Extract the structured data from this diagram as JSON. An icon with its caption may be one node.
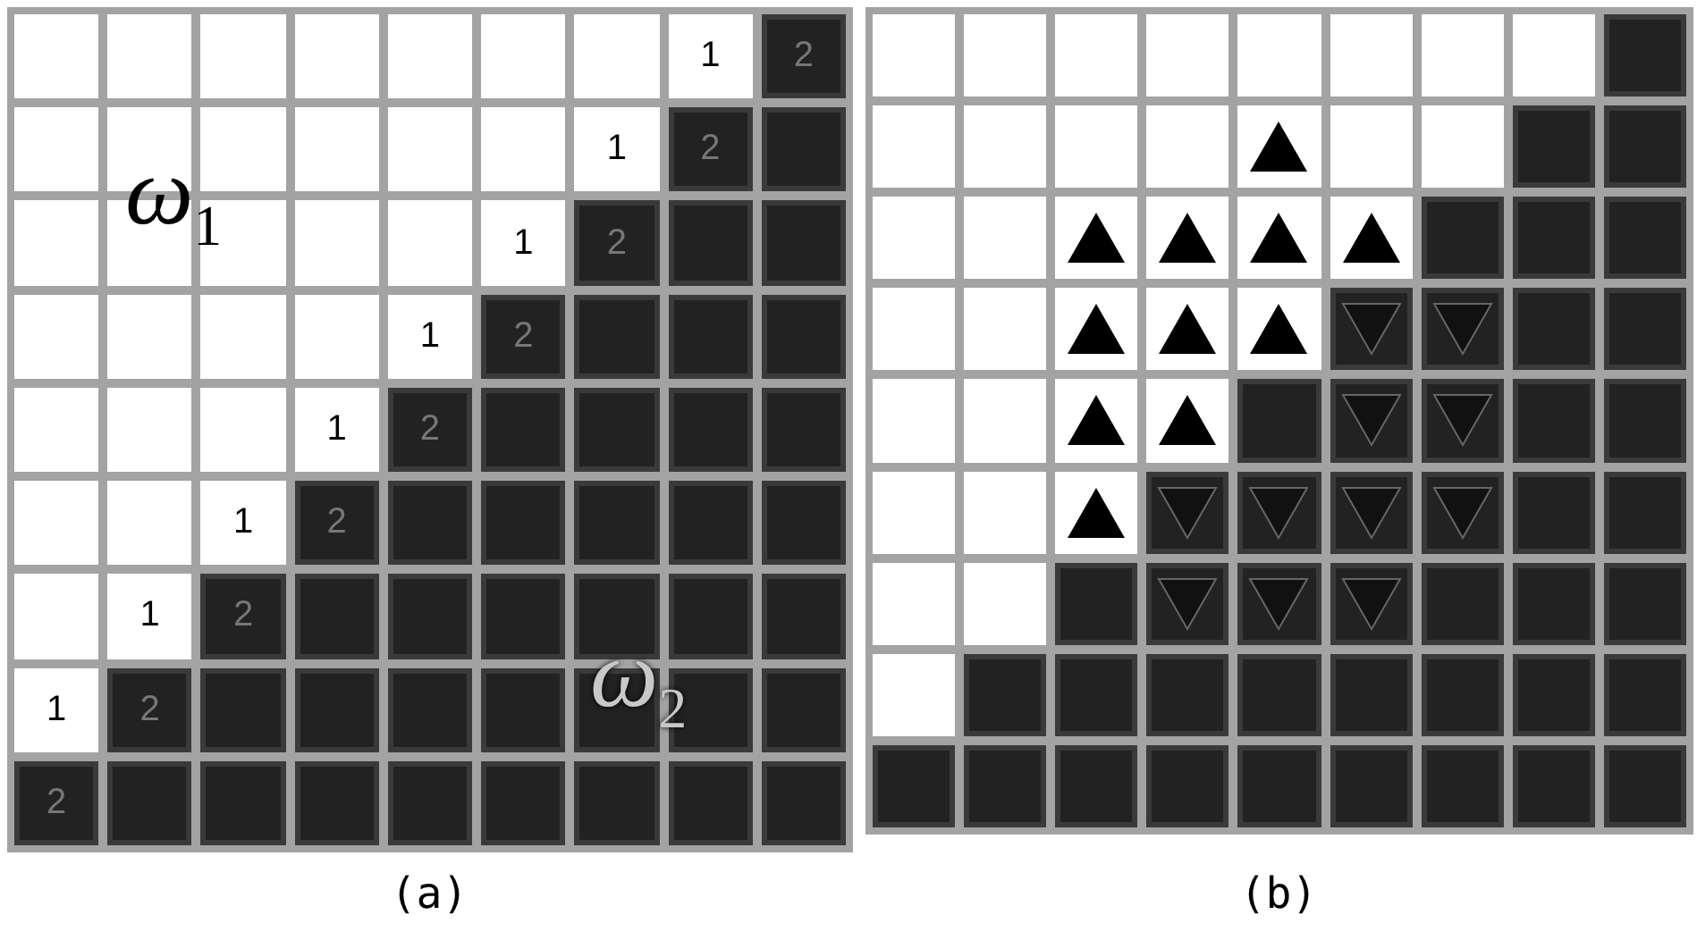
{
  "diagram": {
    "labels": [
      "1",
      "2",
      "ω$_{1}$",
      "1",
      "2",
      "1",
      "2",
      "1",
      "2",
      "1",
      "2",
      "1",
      "2",
      "1",
      "2",
      "1",
      "2",
      "ω$_{2}$",
      "2",
      "(a)",
      "(b)"
    ]
  }
}
